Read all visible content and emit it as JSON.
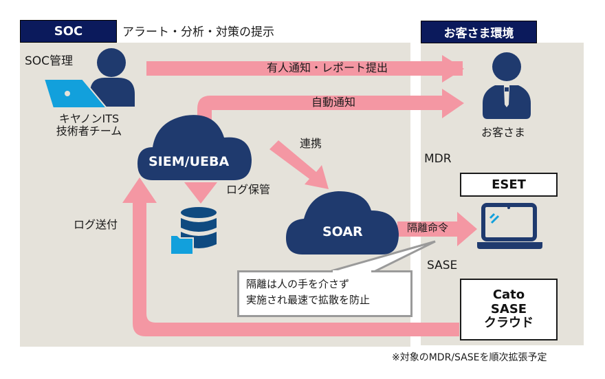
{
  "soc": {
    "header": "SOC",
    "subtitle": "アラート・分析・対策の提示",
    "management_label": "SOC管理",
    "team_line1": "キヤノンITS",
    "team_line2": "技術者チーム",
    "siem_label": "SIEM/UEBA",
    "soar_label": "SOAR",
    "log_storage_label": "ログ保管",
    "log_send_label": "ログ送付",
    "integration_label": "連携",
    "callout_line1": "隔離は人の手を介さず",
    "callout_line2": "実施され最速で拡散を防止"
  },
  "customer": {
    "header": "お客さま環境",
    "customer_label": "お客さま",
    "mdr_label": "MDR",
    "eset_label": "ESET",
    "sase_label": "SASE",
    "cato_line1": "Cato",
    "cato_line2": "SASE",
    "cato_line3": "クラウド"
  },
  "arrows": {
    "report": "有人通知・レポート提出",
    "auto_notify": "自動通知",
    "isolation": "隔離命令"
  },
  "footnote": "※対象のMDR/SASEを順次拡張予定",
  "colors": {
    "navy": "#1f3a6e",
    "header_navy": "#0b1a5c",
    "pink": "#f497a3",
    "panel": "#e5e2da",
    "laptop_blue": "#12a0dc"
  }
}
